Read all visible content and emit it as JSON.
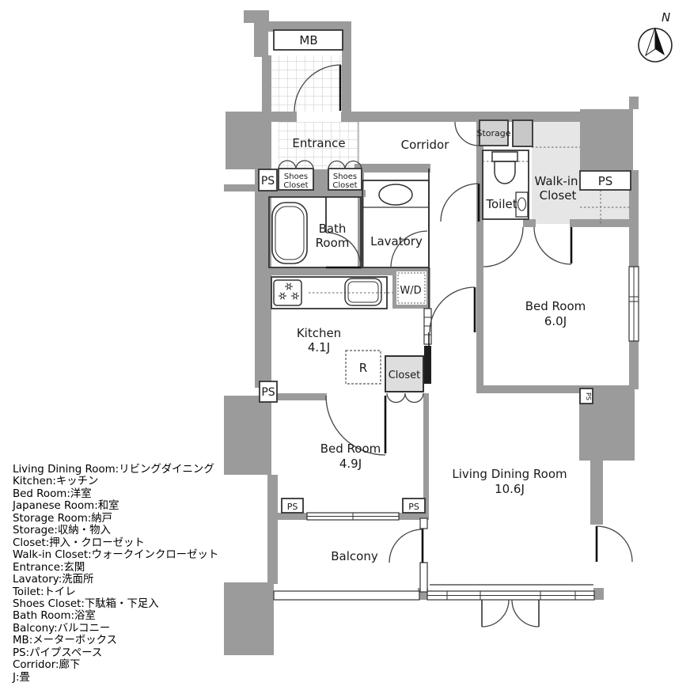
{
  "title": "Apartment floor plan",
  "compass": {
    "n": "N"
  },
  "labels": {
    "mb": "MB",
    "entrance": "Entrance",
    "corridor": "Corridor",
    "storage": "Storage",
    "toilet": "Toilet",
    "wic1": "Walk-in",
    "wic2": "Closet",
    "ps": "PS",
    "shoes1": "Shoes",
    "shoes2": "Closet",
    "bath1": "Bath",
    "bath2": "Room",
    "lavatory": "Lavatory",
    "wd": "W/D",
    "kitchen": "Kitchen",
    "kitchen_size": "4.1J",
    "r": "R",
    "closet": "Closet",
    "bed_room": "Bed Room",
    "bed6_size": "6.0J",
    "bed49_size": "4.9J",
    "ldk": "Living Dining Room",
    "ldk_size": "10.6J",
    "balcony": "Balcony"
  },
  "legend": {
    "items": [
      "Living Dining Room:リビングダイニング",
      "Kitchen:キッチン",
      "Bed Room:洋室",
      "Japanese Room:和室",
      "Storage Room:納戸",
      "Storage:収納・物入",
      "Closet:押入・クローゼット",
      "Walk-in Closet:ウォークインクローゼット",
      "Entrance:玄関",
      "Lavatory:洗面所",
      "Toilet:トイレ",
      "Shoes Closet:下駄箱・下足入",
      "Bath Room:浴室",
      "Balcony:バルコニー",
      "MB:メーターボックス",
      "PS:パイプスペース",
      "Corridor:廊下",
      "J:畳"
    ]
  },
  "colors": {
    "wall": "#9b9b9b",
    "line": "#333333",
    "wic_fill": "#e6e6e6",
    "storage_fill": "#d2d2d2",
    "closet_fill": "#dedede"
  }
}
